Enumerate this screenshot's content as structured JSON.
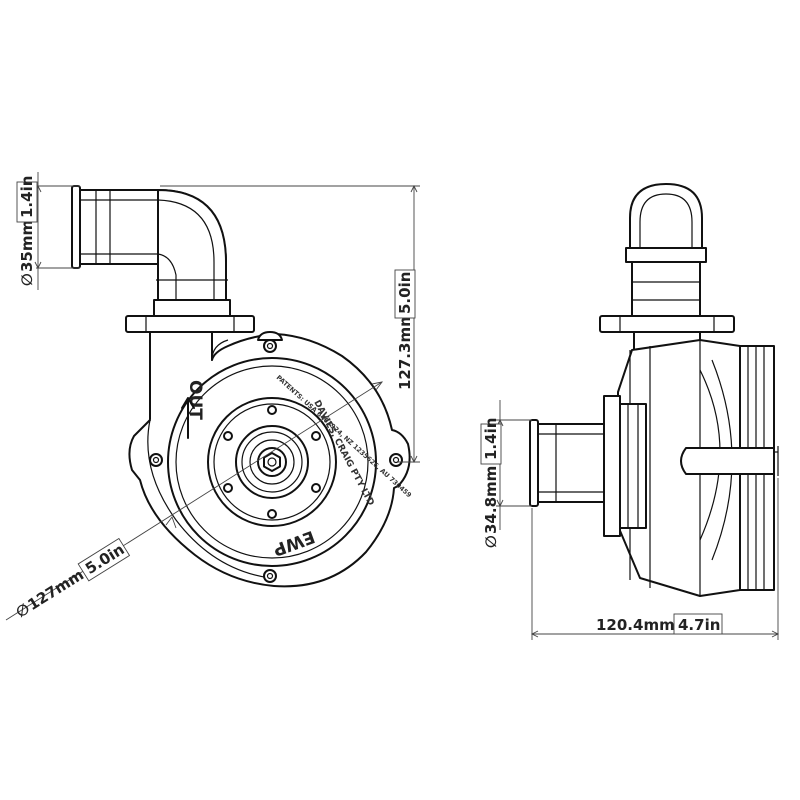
{
  "dimensions": {
    "outlet_diameter": {
      "metric": "35mm",
      "imperial": "1.4in",
      "symbol": "∅"
    },
    "overall_height": {
      "metric": "127.3mm",
      "imperial": "5.0in"
    },
    "body_diameter": {
      "metric": "127mm",
      "imperial": "5.0in",
      "symbol": "∅"
    },
    "inlet_diameter": {
      "metric": "34.8mm",
      "imperial": "1.4in",
      "symbol": "∅"
    },
    "overall_length": {
      "metric": "120.4mm",
      "imperial": "4.7in"
    }
  },
  "markings": {
    "outlet_label": "OUT",
    "model": "EWP",
    "maker": "DAVIES, CRAIG PTY LTD",
    "patents": "PATENTS: USA 6463924, NZ 1235626, AU 730459"
  }
}
